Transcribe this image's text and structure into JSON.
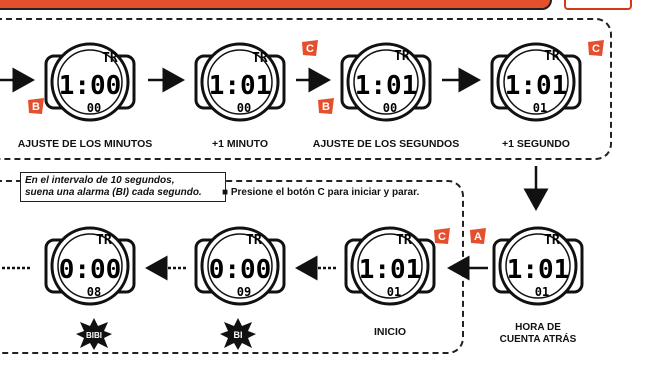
{
  "top_steps": [
    {
      "time": "1:00",
      "sub": "00",
      "label": "AJUSTE DE LOS MINUTOS"
    },
    {
      "time": "1:01",
      "sub": "00",
      "label": "+1 MINUTO"
    },
    {
      "time": "1:01",
      "sub": "00",
      "label": "AJUSTE DE LOS SEGUNDOS"
    },
    {
      "time": "1:01",
      "sub": "01",
      "label": "+1 SEGUNDO"
    }
  ],
  "bottom_steps": [
    {
      "time": "0:00",
      "sub": "08",
      "label": ""
    },
    {
      "time": "0:00",
      "sub": "09",
      "label": ""
    },
    {
      "time": "1:01",
      "sub": "01",
      "label": "INICIO"
    },
    {
      "time": "1:01",
      "sub": "01",
      "label_line1": "HORA DE",
      "label_line2": "CUENTA ATRÁS"
    }
  ],
  "watch_mode": "TR",
  "note_line1": "En el intervalo de 10 segundos,",
  "note_line2": "suena una alarma (BI) cada segundo.",
  "instruction": "■ Presione el botón C para iniciar y parar.",
  "burst1_text": "BIBI",
  "burst2_text": "BI",
  "badge_b": "B",
  "badge_c": "C",
  "badge_a": "A",
  "colors": {
    "accent": "#e4502d",
    "ink": "#111111"
  }
}
